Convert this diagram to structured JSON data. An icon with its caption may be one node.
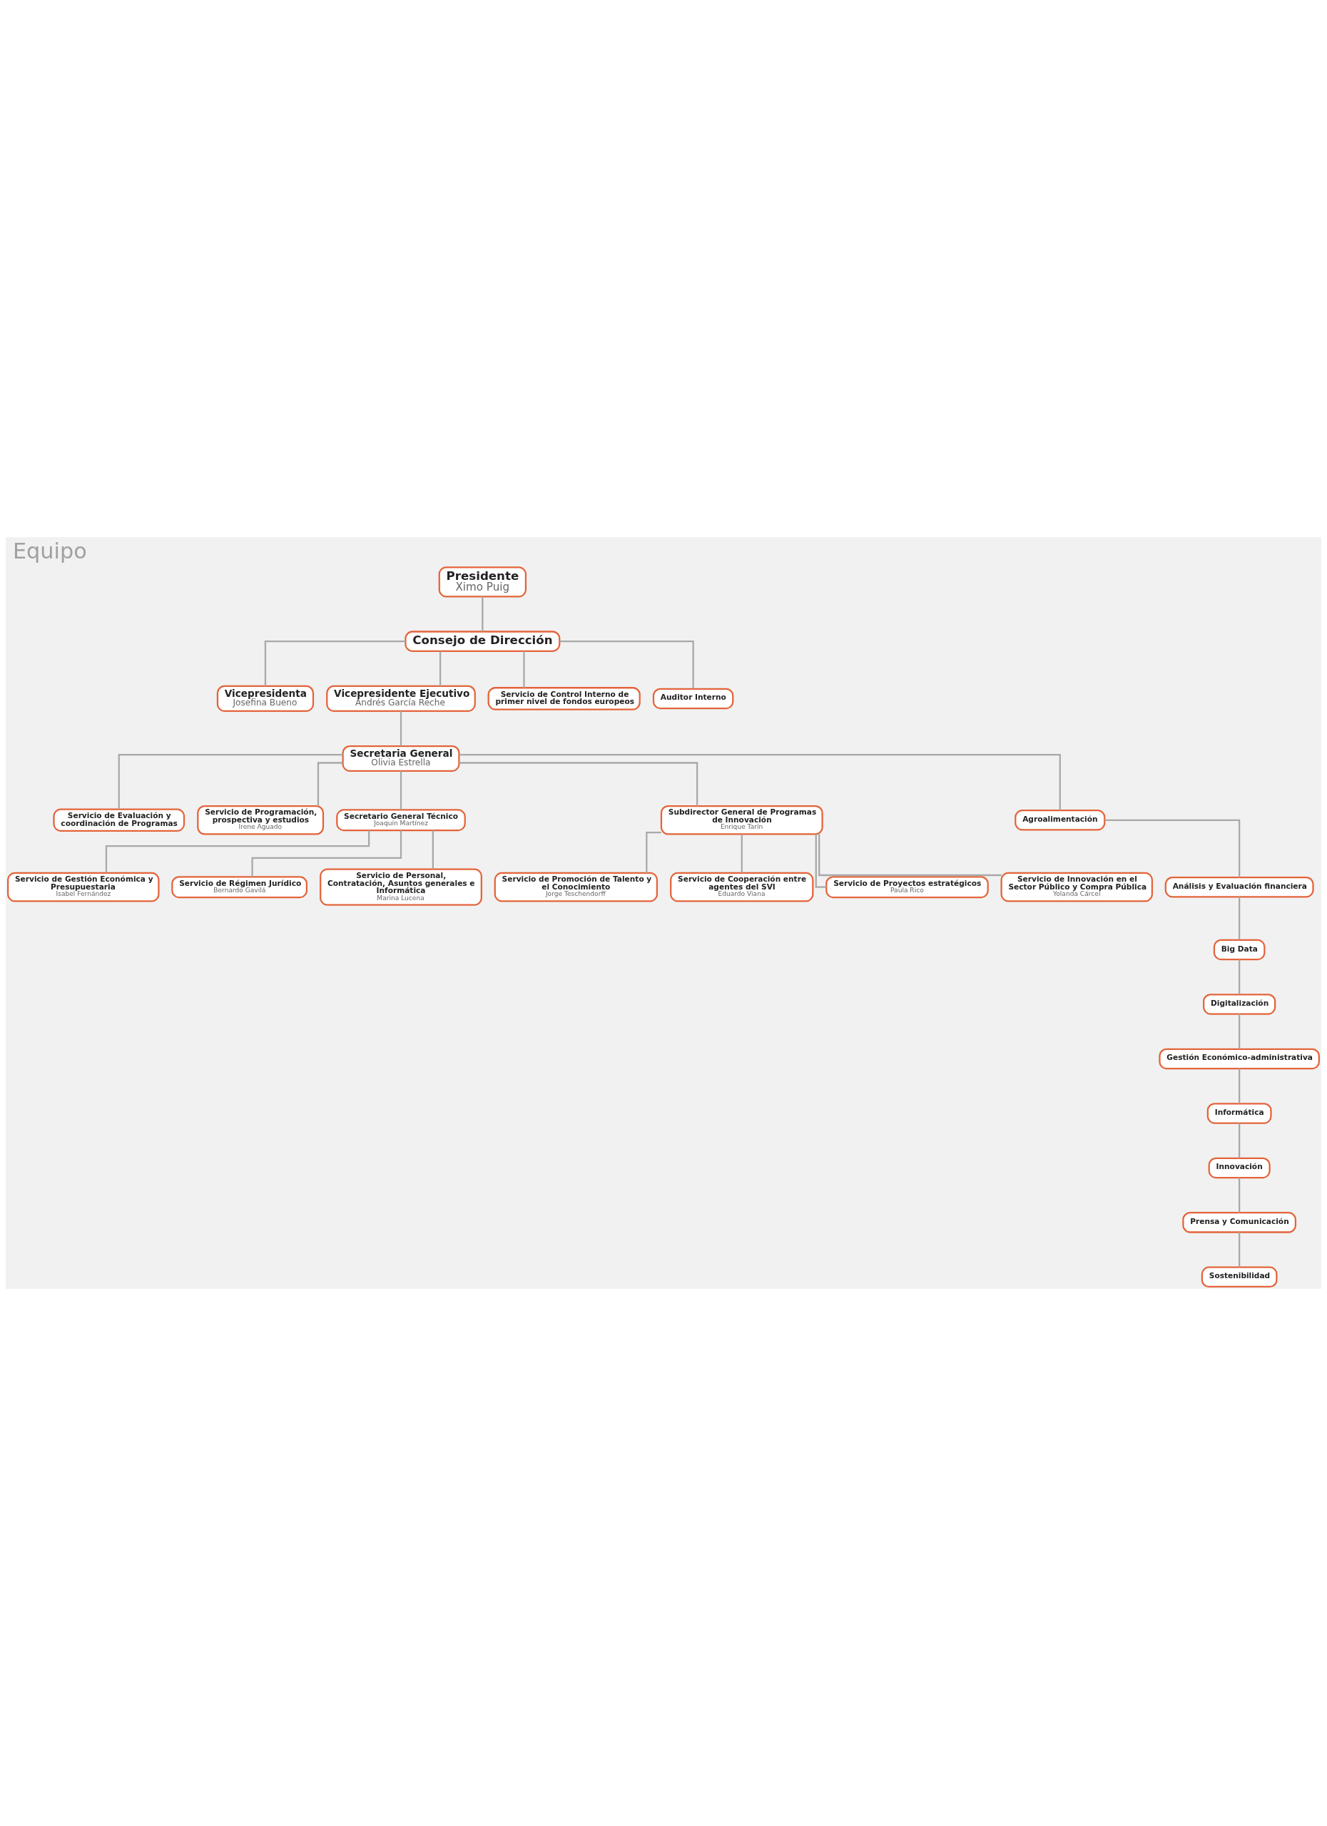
{
  "diagram": {
    "title": "Equipo",
    "nodes": [
      {
        "text": [
          "Presidente",
          "Ximo Puig"
        ]
      },
      {
        "text": [
          "Consejo de Dirección"
        ]
      },
      {
        "text": [
          "Vicepresidenta",
          "Josefina Bueno"
        ]
      },
      {
        "text": [
          "Vicepresidente Ejecutivo",
          "Andrés García Reche"
        ]
      },
      {
        "text": [
          "Servicio de Control Interno de primer nivel de fondos europeos"
        ]
      },
      {
        "text": [
          "Auditor Interno"
        ]
      },
      {
        "text": [
          "Servicio de Evaluación y coordinación de Programas"
        ]
      },
      {
        "text": [
          "Servicio de Programación, prospectiva y estudios",
          "Irene Aguado"
        ]
      },
      {
        "text": [
          "Secretaria General",
          "Olivia Estrella"
        ]
      },
      {
        "text": [
          "Secretario General Técnico",
          "Joaquín Martínez"
        ]
      },
      {
        "text": [
          "Servicio de Gestión Económica y Presupuestaria",
          "Isabel Fernández"
        ]
      },
      {
        "text": [
          "Servicio de Régimen Jurídico",
          "Bernardo Gavilá"
        ]
      },
      {
        "text": [
          "Servicio de Personal, Contratación, Asuntos generales e Informática",
          "Marina Lucena"
        ]
      },
      {
        "text": [
          "Subdirector General de Programas de Innovación",
          "Enrique Tarín"
        ]
      },
      {
        "text": [
          "Servicio de Promoción de Talento y el Conocimiento",
          "Jorge Teschendorff"
        ]
      },
      {
        "text": [
          "Servicio de Cooperación entre agentes del SVI",
          "Eduardo Viana"
        ]
      },
      {
        "text": [
          "Servicio de Proyectos estratégicos",
          "Paula Rico"
        ]
      },
      {
        "text": [
          "Servicio de Innovación en el Sector Público y Compra Pública",
          "Yolanda Cárcel"
        ]
      },
      {
        "text": [
          "Agroalimentación"
        ]
      },
      {
        "text": [
          "Análisis y Evaluación financiera"
        ]
      },
      {
        "text": [
          "Big Data"
        ]
      },
      {
        "text": [
          "Digitalización"
        ]
      },
      {
        "text": [
          "Gestión Económico-administrativa"
        ]
      },
      {
        "text": [
          "Informática"
        ]
      },
      {
        "text": [
          "Innovación"
        ]
      },
      {
        "text": [
          "Prensa y Comunicación"
        ]
      },
      {
        "text": [
          "Sostenibilidad"
        ]
      }
    ],
    "edges": [
      {
        "from": 0,
        "to": 1,
        "arrow": "none"
      },
      {
        "from": 1,
        "to": 4,
        "arrow": "none"
      },
      {
        "from": 1,
        "to": 5,
        "arrow": "none"
      },
      {
        "from": 1,
        "to": 2,
        "arrow": "none"
      },
      {
        "from": 1,
        "to": 3,
        "arrow": "none"
      },
      {
        "from": 3,
        "to": 8,
        "arrow": "none"
      },
      {
        "from": 8,
        "to": 6,
        "arrow": "none"
      },
      {
        "from": 8,
        "to": 7,
        "arrow": "none"
      },
      {
        "from": 8,
        "to": 9,
        "arrow": "none"
      },
      {
        "from": 9,
        "to": 10,
        "arrow": "none"
      },
      {
        "from": 9,
        "to": 11,
        "arrow": "none"
      },
      {
        "from": 9,
        "to": 12,
        "arrow": "none"
      },
      {
        "from": 8,
        "to": 13,
        "arrow": "none"
      },
      {
        "from": 13,
        "to": 14,
        "arrow": "none"
      },
      {
        "from": 13,
        "to": 15,
        "arrow": "none"
      },
      {
        "from": 13,
        "to": 16,
        "arrow": "none"
      },
      {
        "from": 13,
        "to": 17,
        "arrow": "none"
      },
      {
        "from": 8,
        "to": 18,
        "arrow": "none"
      },
      {
        "from": 18,
        "to": 19,
        "arrow": "none"
      },
      {
        "from": 19,
        "to": 20,
        "arrow": "none"
      },
      {
        "from": 20,
        "to": 21,
        "arrow": "none"
      },
      {
        "from": 21,
        "to": 22,
        "arrow": "none"
      },
      {
        "from": 22,
        "to": 23,
        "arrow": "none"
      },
      {
        "from": 23,
        "to": 24,
        "arrow": "none"
      },
      {
        "from": 24,
        "to": 25,
        "arrow": "none"
      },
      {
        "from": 25,
        "to": 26,
        "arrow": "none"
      }
    ]
  }
}
